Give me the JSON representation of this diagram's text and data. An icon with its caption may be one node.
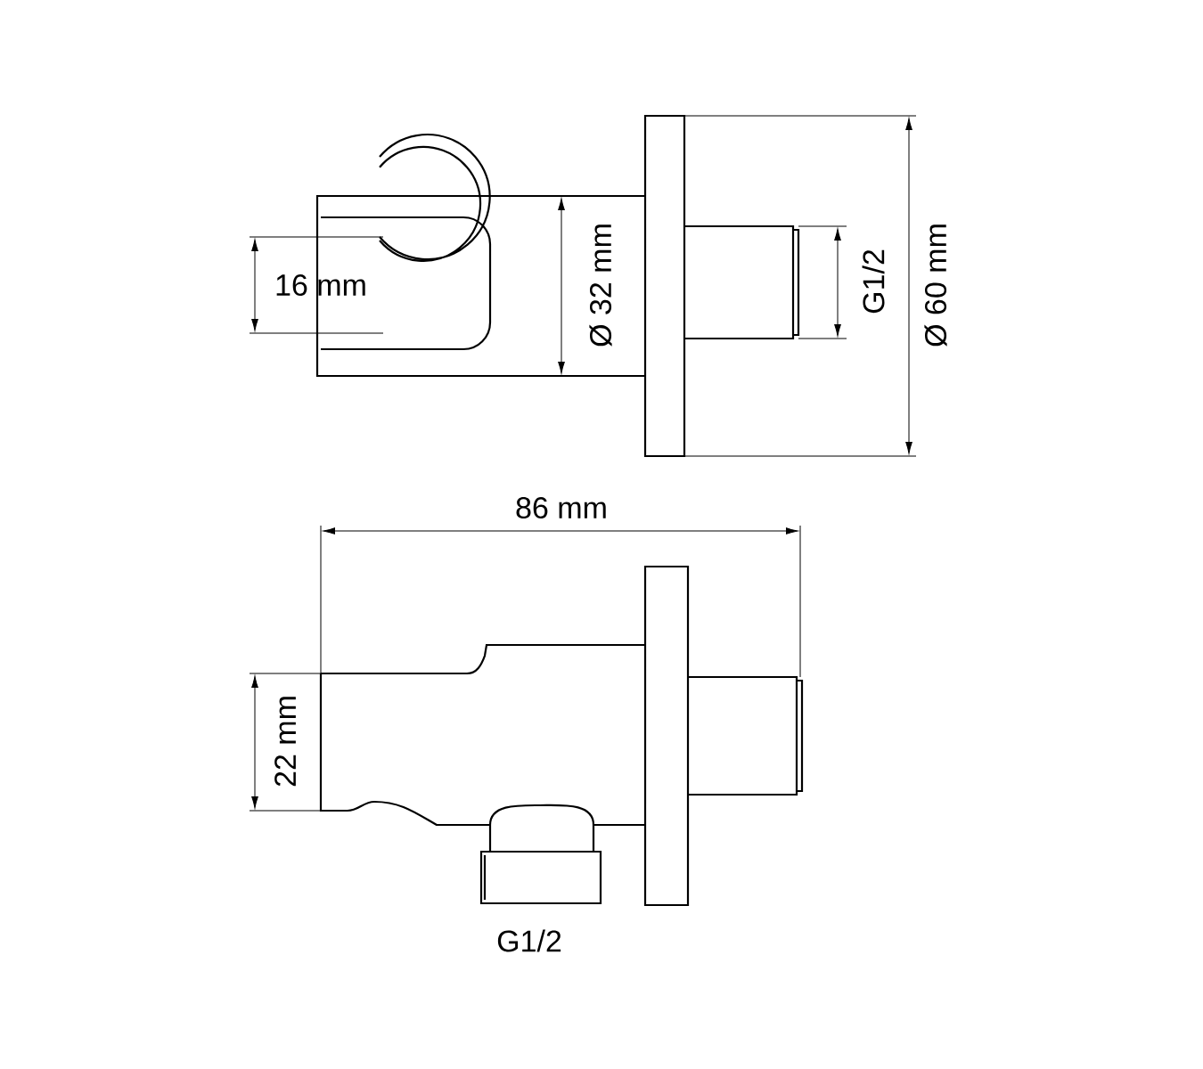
{
  "diagram": {
    "labels": [
      "16 mm",
      "Ø 32 mm",
      "G1/2",
      "Ø 60 mm",
      "86 mm",
      "22 mm",
      "G1/2"
    ]
  }
}
